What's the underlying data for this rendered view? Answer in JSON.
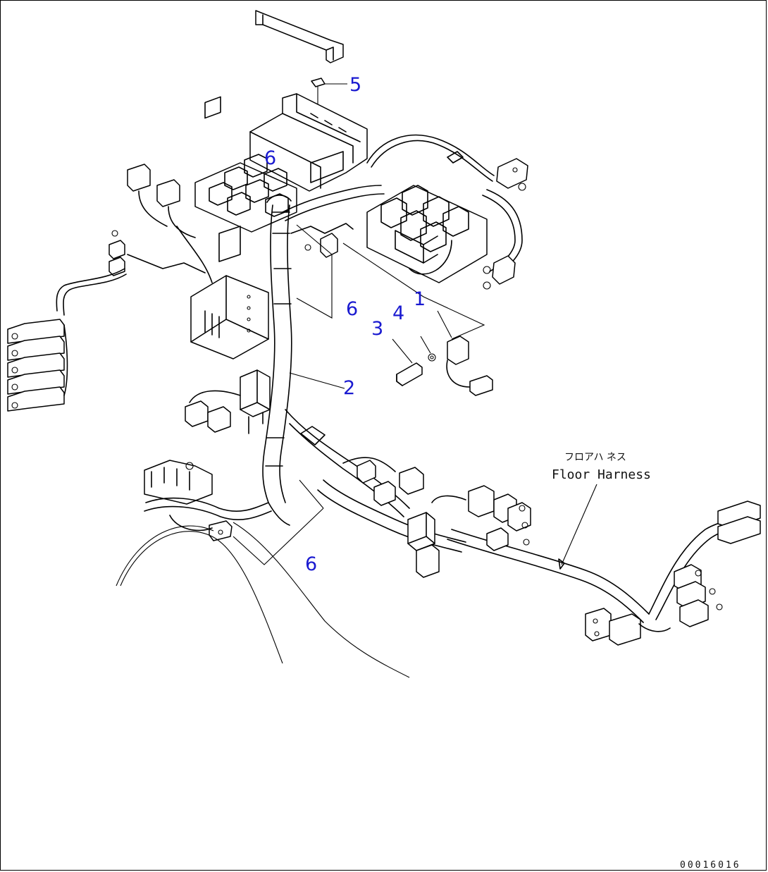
{
  "callouts": [
    {
      "id": "5",
      "text": "5"
    },
    {
      "id": "6a",
      "text": "6"
    },
    {
      "id": "6b",
      "text": "6"
    },
    {
      "id": "1",
      "text": "1"
    },
    {
      "id": "4",
      "text": "4"
    },
    {
      "id": "3",
      "text": "3"
    },
    {
      "id": "2",
      "text": "2"
    },
    {
      "id": "6c",
      "text": "6"
    }
  ],
  "floor_harness": {
    "label_jp": "フロアハ ネス",
    "label_en": "Floor Harness"
  },
  "drawing_number": "00016016",
  "colors": {
    "callout": "#1a1ad0",
    "line": "#000000"
  }
}
